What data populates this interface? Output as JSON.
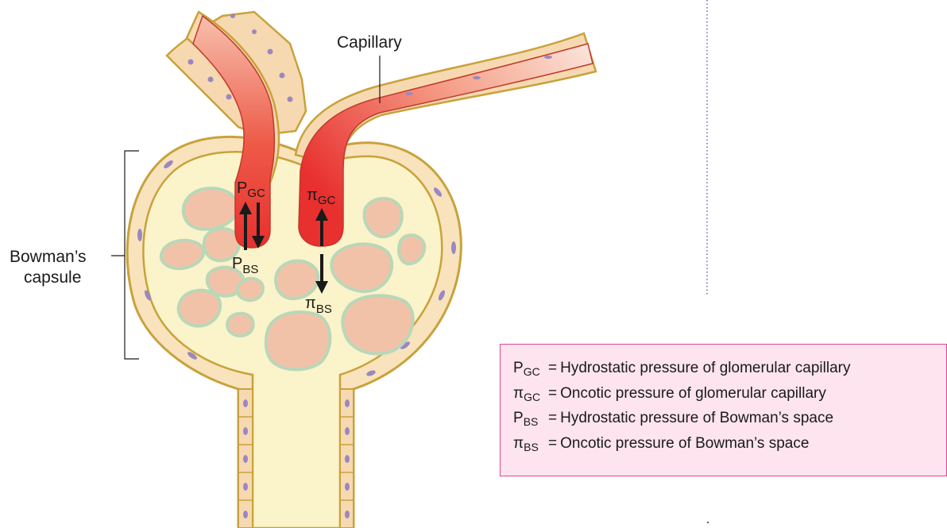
{
  "labels": {
    "capillary": "Capillary",
    "bowmans_line1": "Bowman’s",
    "bowmans_line2": "capsule"
  },
  "symbols": {
    "p_gc": {
      "base": "P",
      "sub": "GC"
    },
    "pi_gc": {
      "base": "π",
      "sub": "GC"
    },
    "p_bs": {
      "base": "P",
      "sub": "BS"
    },
    "pi_bs": {
      "base": "π",
      "sub": "BS"
    }
  },
  "legend": [
    {
      "base": "P",
      "sub": "GC",
      "eq": "=",
      "text": "Hydrostatic pressure of glomerular capillary"
    },
    {
      "base": "π",
      "sub": "GC",
      "eq": "=",
      "text": "Oncotic pressure of glomerular capillary"
    },
    {
      "base": "P",
      "sub": "BS",
      "eq": "=",
      "text": "Hydrostatic pressure of Bowman’s space"
    },
    {
      "base": "π",
      "sub": "BS",
      "eq": "=",
      "text": "Oncotic pressure of Bowman’s space"
    }
  ],
  "colors": {
    "capsule_outline": "#c8a23c",
    "capsule_fill": "#fbf3c9",
    "cell_fill": "#f6d9b0",
    "nucleus": "#9b87c1",
    "blood_dark": "#e8302f",
    "blood_light": "#f7b3a0",
    "loop_fill": "#f2c2a8",
    "loop_edge": "#b9d7b9",
    "legend_bg": "#fde4ef",
    "legend_border": "#e0458f",
    "dotted_line": "#5a5ab4"
  }
}
